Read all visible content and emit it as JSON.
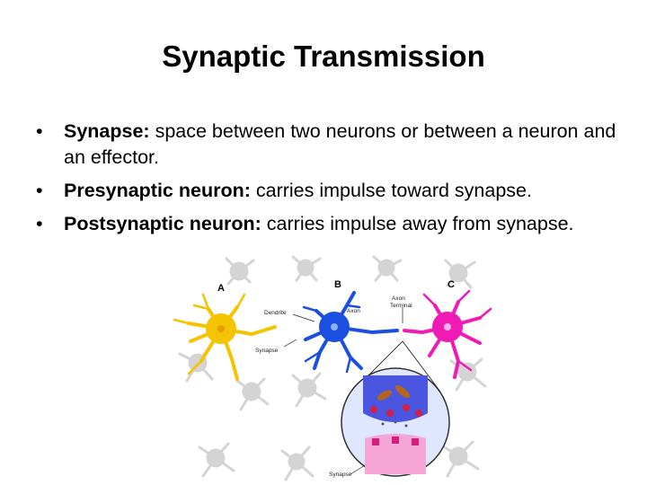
{
  "slide": {
    "title": "Synaptic Transmission",
    "bullets": [
      {
        "term": "Synapse:",
        "text": " space between two neurons or between a neuron and an effector."
      },
      {
        "term": "Presynaptic neuron:",
        "text": " carries impulse toward synapse."
      },
      {
        "term": "Postsynaptic neuron:",
        "text": " carries impulse away from synapse."
      }
    ]
  },
  "figure": {
    "labels": {
      "a": "A",
      "b": "B",
      "c": "C",
      "dendrite": "Dendrite",
      "axon": "Axon",
      "axon_terminal_1": "Axon",
      "axon_terminal_2": "Terminal",
      "synapse_1": "Synapse",
      "synapse_2": "Synapse"
    },
    "colors": {
      "neuron_a": "#f5c400",
      "neuron_b": "#1a4fe0",
      "neuron_c": "#f01ab4",
      "background_cells": "#d4d4d4"
    }
  }
}
